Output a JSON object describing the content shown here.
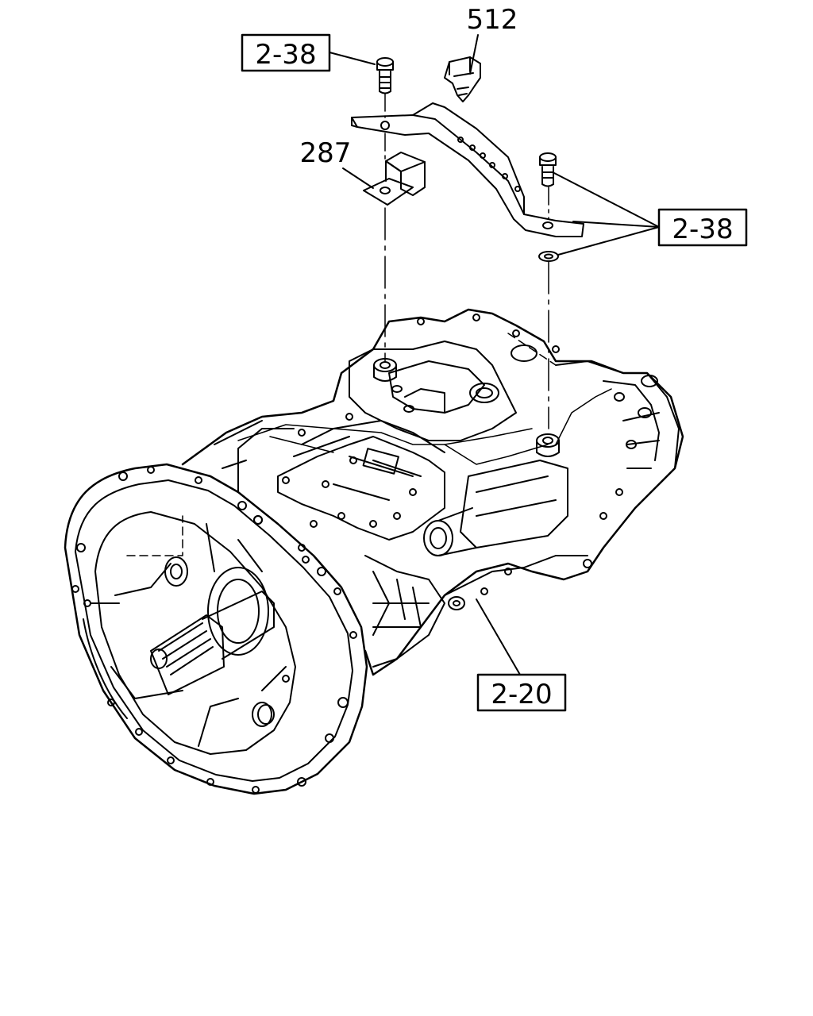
{
  "callouts": {
    "bolt_top_left": "2-38",
    "clip": "512",
    "bracket_block": "287",
    "bolt_washer_right": "2-38",
    "transmission": "2-20"
  }
}
